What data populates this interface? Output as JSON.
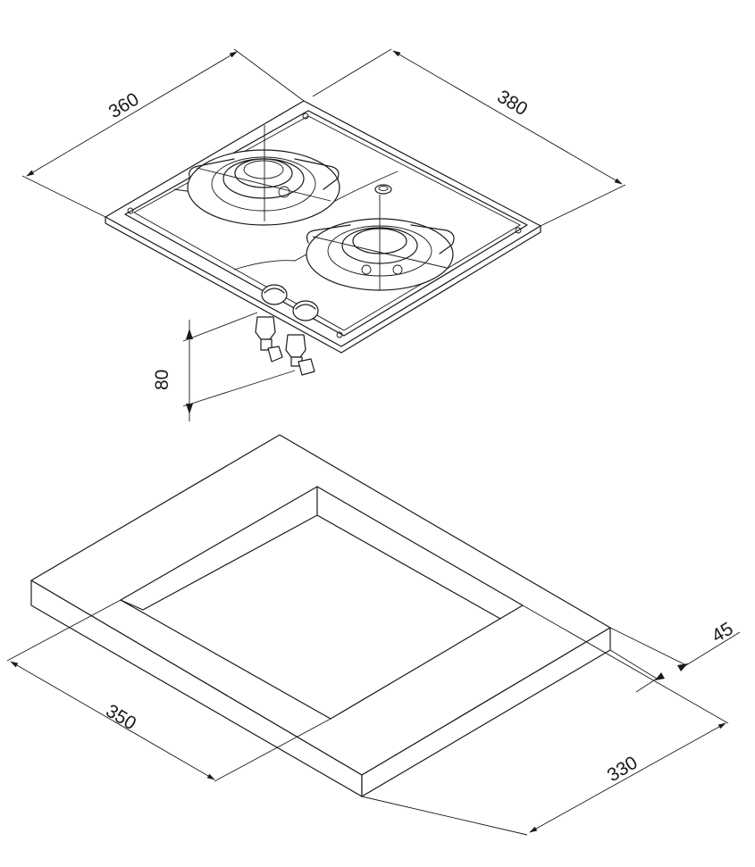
{
  "dimensions": {
    "hob_width": "360",
    "hob_depth": "380",
    "hob_height": "80",
    "cutout_width": "350",
    "cutout_depth": "330",
    "counter_thickness": "45"
  }
}
